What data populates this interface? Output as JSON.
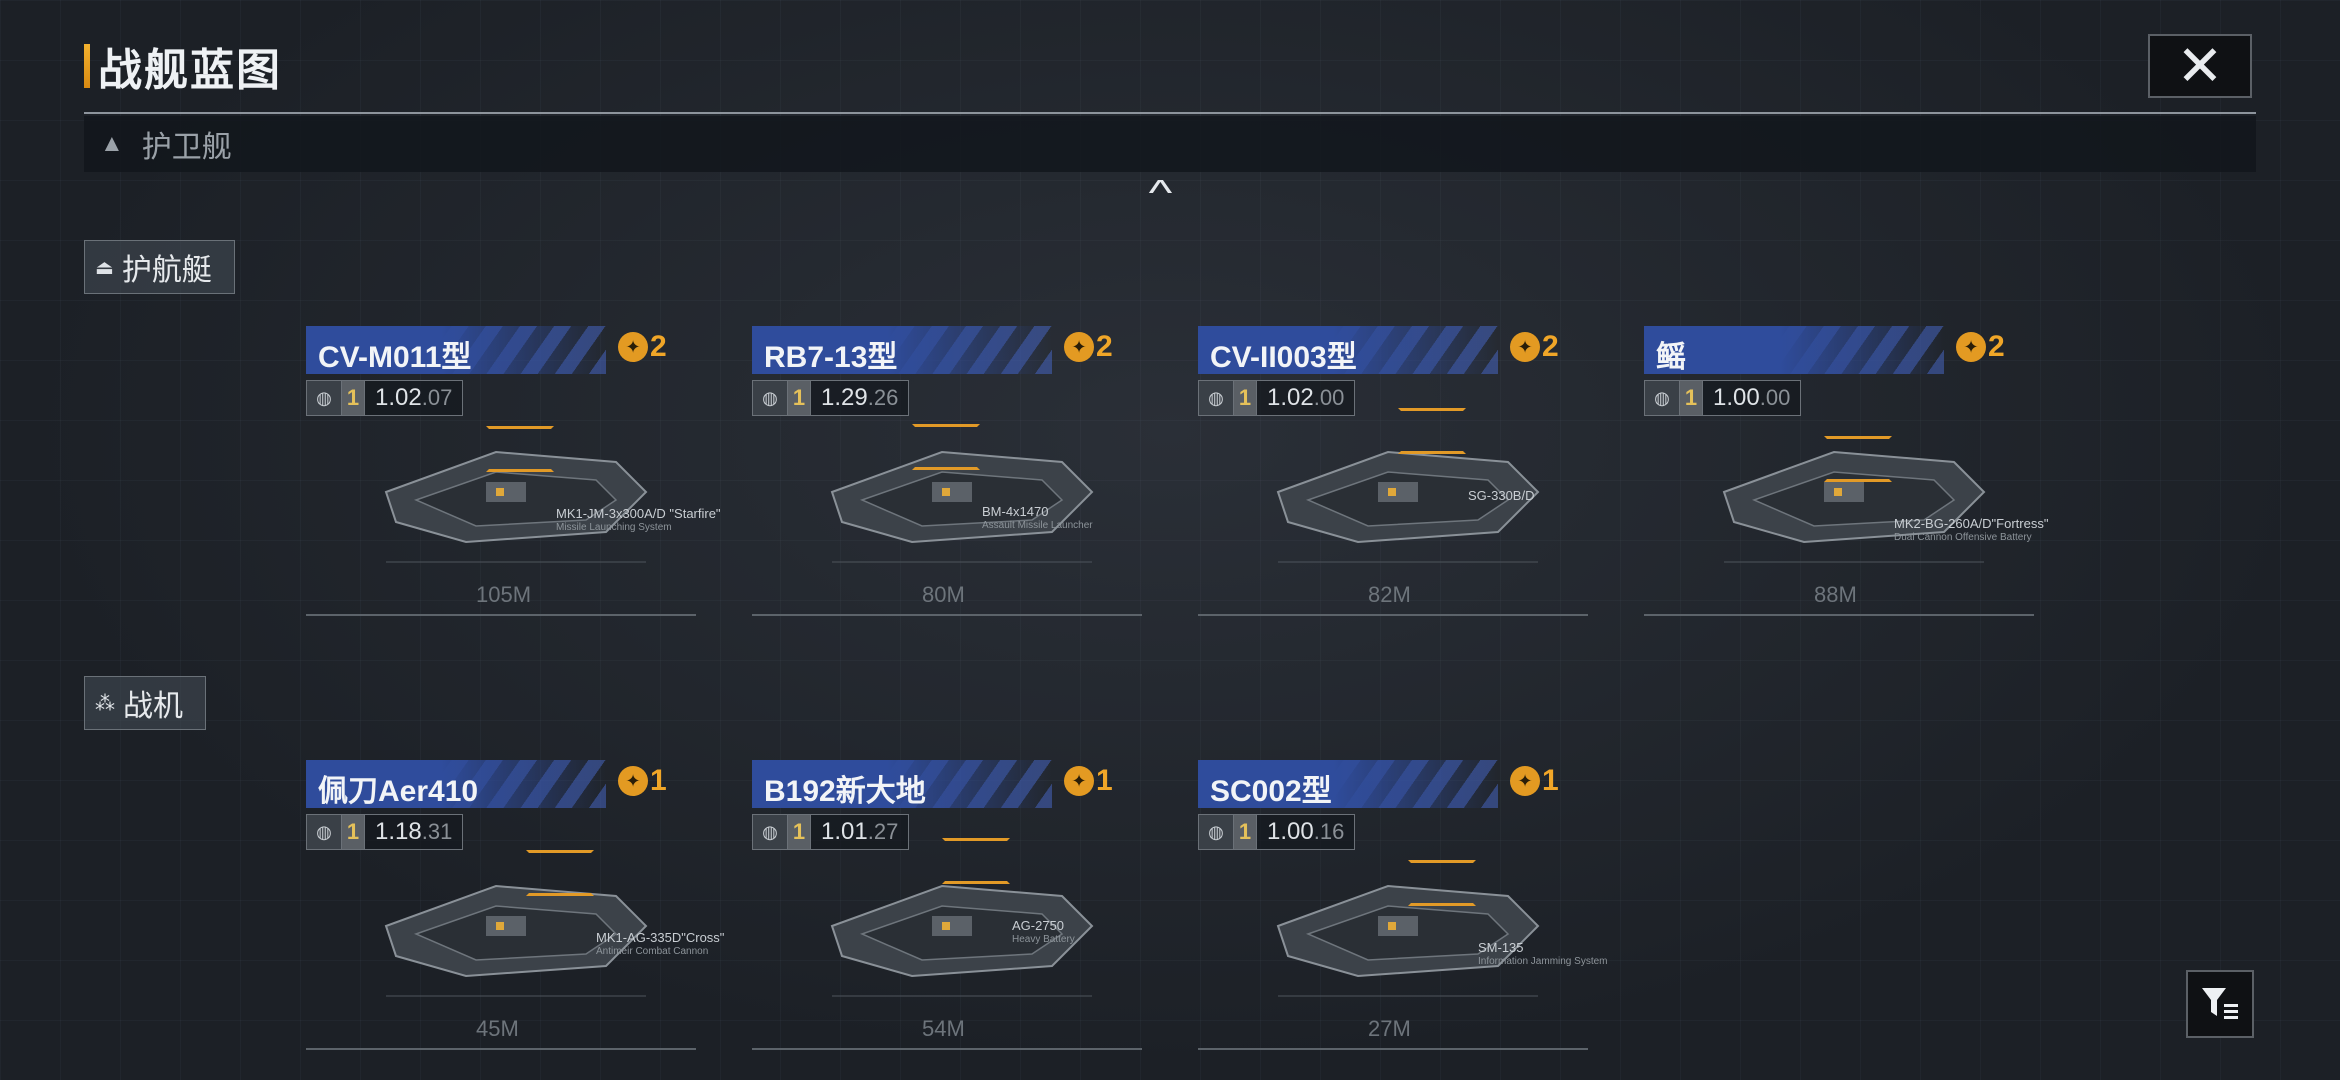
{
  "header": {
    "title": "战舰蓝图",
    "close_label": "✕"
  },
  "category": {
    "label": "护卫舰"
  },
  "sections": [
    {
      "label": "护航艇"
    },
    {
      "label": "战机"
    }
  ],
  "cards": [
    {
      "name": "CV-M011型",
      "rank": "2",
      "tier": "1",
      "cost_main": "1.02",
      "cost_sub": ".07",
      "weapon": "MK1-JM-3x300A/D \"Starfire\"",
      "weapon_sub": "Missile Launching System",
      "length": "105M"
    },
    {
      "name": "RB7-13型",
      "rank": "2",
      "tier": "1",
      "cost_main": "1.29",
      "cost_sub": ".26",
      "weapon": "BM-4x1470",
      "weapon_sub": "Assault Missile Launcher",
      "length": "80M"
    },
    {
      "name": "CV-II003型",
      "rank": "2",
      "tier": "1",
      "cost_main": "1.02",
      "cost_sub": ".00",
      "weapon": "SG-330B/D",
      "weapon_sub": "",
      "length": "82M"
    },
    {
      "name": "鳐",
      "rank": "2",
      "tier": "1",
      "cost_main": "1.00",
      "cost_sub": ".00",
      "weapon": "MK2-BG-260A/D\"Fortress\"",
      "weapon_sub": "Dual Cannon Offensive Battery",
      "length": "88M"
    },
    {
      "name": "佩刀Aer410",
      "rank": "1",
      "tier": "1",
      "cost_main": "1.18",
      "cost_sub": ".31",
      "weapon": "MK1-AG-335D\"Cross\"",
      "weapon_sub": "Antimeir Combat Cannon",
      "length": "45M"
    },
    {
      "name": "B192新大地",
      "rank": "1",
      "tier": "1",
      "cost_main": "1.01",
      "cost_sub": ".27",
      "weapon": "AG-2750",
      "weapon_sub": "Heavy Battery",
      "length": "54M"
    },
    {
      "name": "SC002型",
      "rank": "1",
      "tier": "1",
      "cost_main": "1.00",
      "cost_sub": ".16",
      "weapon": "SM-135",
      "weapon_sub": "Information Jamming System",
      "length": "27M"
    }
  ]
}
